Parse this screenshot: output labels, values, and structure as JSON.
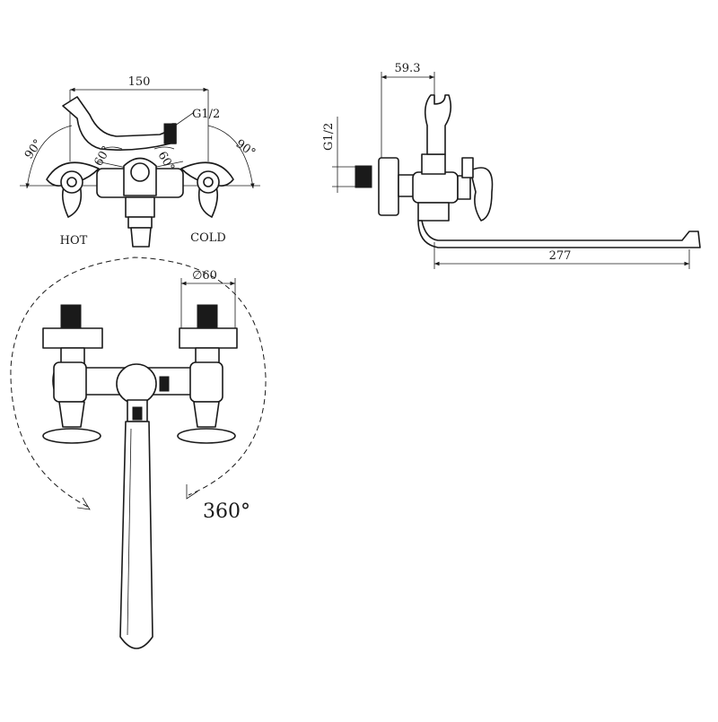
{
  "labels": {
    "width_150": "150",
    "thread_top": "G1/2",
    "angle_left_90": "90°",
    "angle_right_90": "90°",
    "angle_left_60": "60°",
    "angle_right_60": "60°",
    "hot": "HOT",
    "cold": "COLD",
    "side_offset": "59.3",
    "thread_side": "G1/2",
    "spout_length": "277",
    "flange_diameter": "∅60",
    "rotation": "360°"
  }
}
